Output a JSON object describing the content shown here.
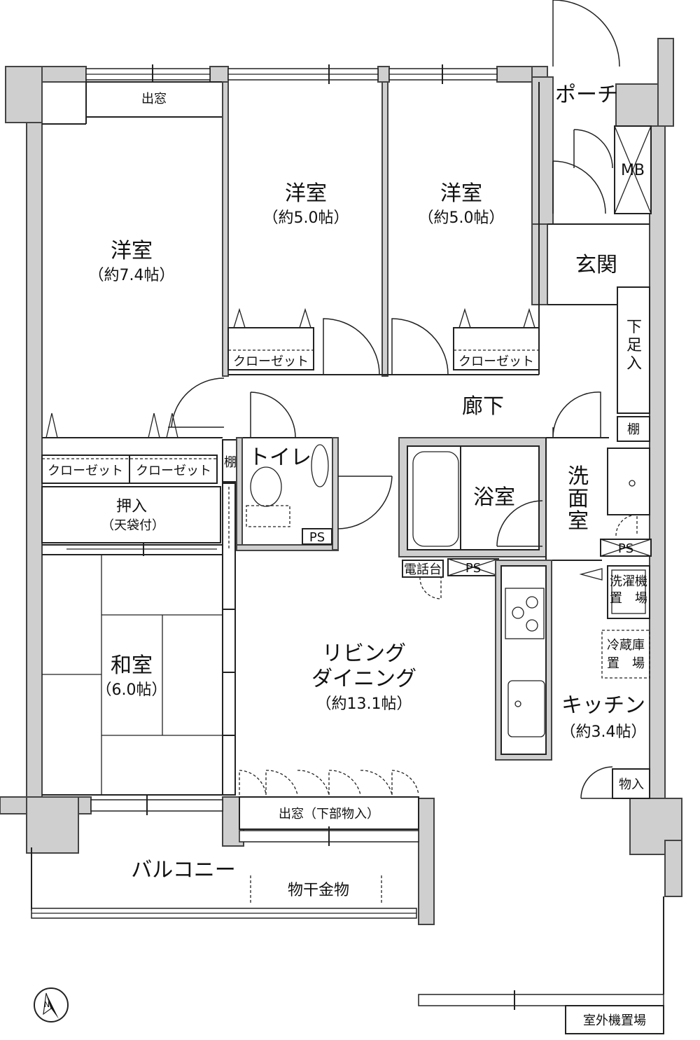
{
  "rooms": {
    "western1": {
      "name": "洋室",
      "size": "（約7.4帖）"
    },
    "western2": {
      "name": "洋室",
      "size": "（約5.0帖）"
    },
    "western3": {
      "name": "洋室",
      "size": "（約5.0帖）"
    },
    "japanese": {
      "name": "和室",
      "size": "（6.0帖）"
    },
    "living": {
      "line1": "リビング",
      "line2": "ダイニング",
      "size": "（約13.1帖）"
    },
    "kitchen": {
      "name": "キッチン",
      "size": "（約3.4帖）"
    },
    "bath": "浴室",
    "toilet": "トイレ",
    "washroom": [
      "洗",
      "面",
      "室"
    ],
    "entrance": "玄関",
    "hallway": "廊下",
    "porch": "ポーチ",
    "balcony": "バルコニー"
  },
  "labels": {
    "bay_window_top": "出窓",
    "bay_window_bottom": "出窓（下部物入）",
    "closet": "クローゼット",
    "oshiire": "押入",
    "tenbukuro": "（天袋付）",
    "shelf": "棚",
    "mb": "MB",
    "shoe_box": [
      "下",
      "足",
      "入"
    ],
    "ps": "PS",
    "phone_stand": "電話台",
    "washer_line1": "洗濯機",
    "washer_line2": "置　場",
    "fridge_line1": "冷蔵庫",
    "fridge_line2": "置　場",
    "storage": "物入",
    "laundry_pole": "物干金物",
    "outdoor_unit": "室外機置場",
    "compass": "N"
  }
}
